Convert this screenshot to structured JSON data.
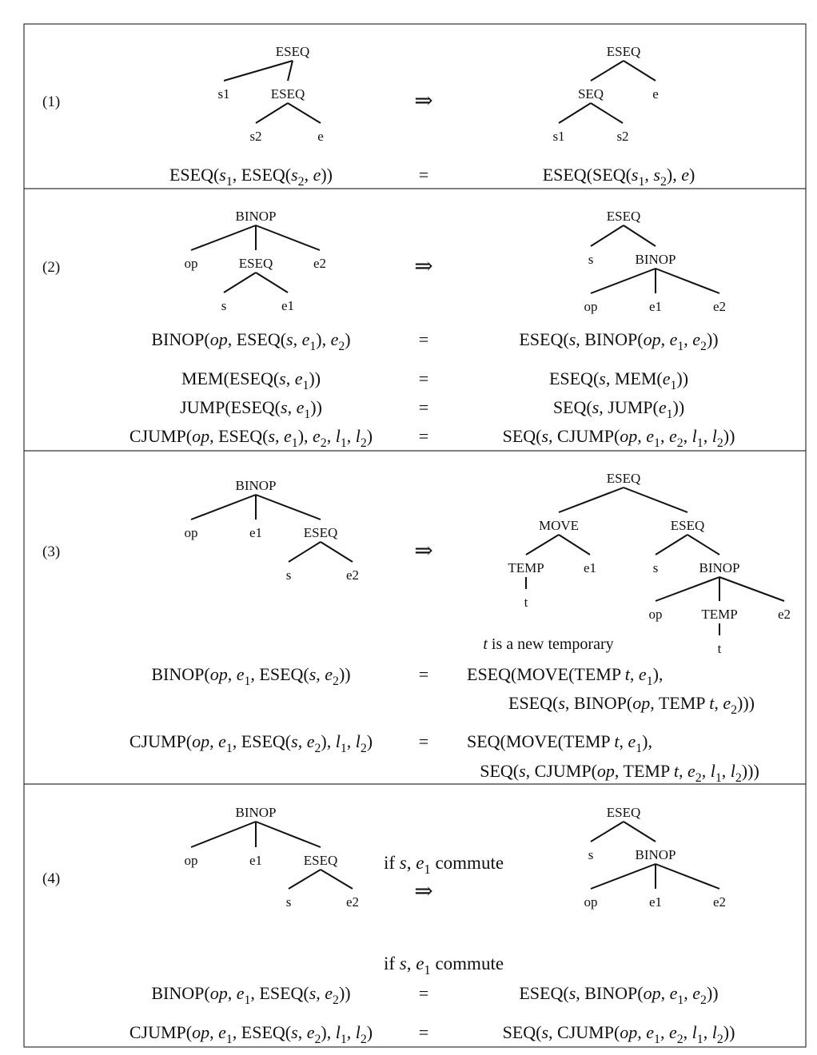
{
  "rules": [
    {
      "label": "(1)",
      "eqs": [
        [
          "ESEQ(<i>s</i><sub>1</sub>, ESEQ(<i>s</i><sub>2</sub>, <i>e</i>))",
          "ESEQ(SEQ(<i>s</i><sub>1</sub>, <i>s</i><sub>2</sub>), <i>e</i>)"
        ]
      ]
    },
    {
      "label": "(2)",
      "eqs": [
        [
          "BINOP(<i>op</i>, ESEQ(<i>s</i>, <i>e</i><sub>1</sub>), <i>e</i><sub>2</sub>)",
          "ESEQ(<i>s</i>, BINOP(<i>op</i>, <i>e</i><sub>1</sub>, <i>e</i><sub>2</sub>))"
        ],
        [
          "MEM(ESEQ(<i>s</i>, <i>e</i><sub>1</sub>))",
          "ESEQ(<i>s</i>, MEM(<i>e</i><sub>1</sub>))"
        ],
        [
          "JUMP(ESEQ(<i>s</i>, <i>e</i><sub>1</sub>))",
          "SEQ(<i>s</i>, JUMP(<i>e</i><sub>1</sub>))"
        ],
        [
          "CJUMP(<i>op</i>, ESEQ(<i>s</i>, <i>e</i><sub>1</sub>), <i>e</i><sub>2</sub>, <i>l</i><sub>1</sub>, <i>l</i><sub>2</sub>)",
          "SEQ(<i>s</i>, CJUMP(<i>op</i>, <i>e</i><sub>1</sub>, <i>e</i><sub>2</sub>, <i>l</i><sub>1</sub>, <i>l</i><sub>2</sub>))"
        ]
      ]
    },
    {
      "label": "(3)",
      "note": "<i>t</i> is a new temporary",
      "eqs": [
        [
          "BINOP(<i>op</i>, <i>e</i><sub>1</sub>, ESEQ(<i>s</i>, <i>e</i><sub>2</sub>))",
          "ESEQ(MOVE(TEMP <i>t</i>, <i>e</i><sub>1</sub>),",
          "ESEQ(<i>s</i>, BINOP(<i>op</i>, TEMP <i>t</i>, <i>e</i><sub>2</sub>)))"
        ],
        [
          "CJUMP(<i>op</i>, <i>e</i><sub>1</sub>, ESEQ(<i>s</i>, <i>e</i><sub>2</sub>), <i>l</i><sub>1</sub>, <i>l</i><sub>2</sub>)",
          "SEQ(MOVE(TEMP <i>t</i>, <i>e</i><sub>1</sub>),",
          "SEQ(<i>s</i>, CJUMP(<i>op</i>, TEMP <i>t</i>, <i>e</i><sub>2</sub>, <i>l</i><sub>1</sub>, <i>l</i><sub>2</sub>)))"
        ]
      ]
    },
    {
      "label": "(4)",
      "condition": "if <i>s</i>, <i>e</i><sub>1</sub> commute",
      "eqs": [
        [
          "BINOP(<i>op</i>, <i>e</i><sub>1</sub>, ESEQ(<i>s</i>, <i>e</i><sub>2</sub>))",
          "ESEQ(<i>s</i>, BINOP(<i>op</i>, <i>e</i><sub>1</sub>, <i>e</i><sub>2</sub>))"
        ],
        [
          "CJUMP(<i>op</i>, <i>e</i><sub>1</sub>, ESEQ(<i>s</i>, <i>e</i><sub>2</sub>), <i>l</i><sub>1</sub>, <i>l</i><sub>2</sub>)",
          "SEQ(<i>s</i>, CJUMP(<i>op</i>, <i>e</i><sub>1</sub>, <i>e</i><sub>2</sub>, <i>l</i><sub>1</sub>, <i>l</i><sub>2</sub>))"
        ]
      ]
    }
  ],
  "symbols": {
    "arrow": "⇒",
    "equals": "="
  },
  "trees": {
    "r1_left": {
      "n": "ESEQ",
      "c": [
        {
          "n": "s1"
        },
        {
          "n": "ESEQ",
          "c": [
            {
              "n": "s2"
            },
            {
              "n": "e"
            }
          ]
        }
      ]
    },
    "r1_right": {
      "n": "ESEQ",
      "c": [
        {
          "n": "SEQ",
          "c": [
            {
              "n": "s1"
            },
            {
              "n": "s2"
            }
          ]
        },
        {
          "n": "e"
        }
      ]
    },
    "r2_left": {
      "n": "BINOP",
      "c": [
        {
          "n": "op"
        },
        {
          "n": "ESEQ",
          "c": [
            {
              "n": "s"
            },
            {
              "n": "e1"
            }
          ]
        },
        {
          "n": "e2"
        }
      ]
    },
    "r2_right": {
      "n": "ESEQ",
      "c": [
        {
          "n": "s"
        },
        {
          "n": "BINOP",
          "c": [
            {
              "n": "op"
            },
            {
              "n": "e1"
            },
            {
              "n": "e2"
            }
          ]
        }
      ]
    },
    "r3_left": {
      "n": "BINOP",
      "c": [
        {
          "n": "op"
        },
        {
          "n": "e1"
        },
        {
          "n": "ESEQ",
          "c": [
            {
              "n": "s"
            },
            {
              "n": "e2"
            }
          ]
        }
      ]
    },
    "r3_right": {
      "n": "ESEQ",
      "c": [
        {
          "n": "MOVE",
          "c": [
            {
              "n": "TEMP",
              "c": [
                {
                  "n": "t"
                }
              ]
            },
            {
              "n": "e1"
            }
          ]
        },
        {
          "n": "ESEQ",
          "c": [
            {
              "n": "s"
            },
            {
              "n": "BINOP",
              "c": [
                {
                  "n": "op"
                },
                {
                  "n": "TEMP",
                  "c": [
                    {
                      "n": "t"
                    }
                  ]
                },
                {
                  "n": "e2"
                }
              ]
            }
          ]
        }
      ]
    },
    "r4_left": {
      "n": "BINOP",
      "c": [
        {
          "n": "op"
        },
        {
          "n": "e1"
        },
        {
          "n": "ESEQ",
          "c": [
            {
              "n": "s"
            },
            {
              "n": "e2"
            }
          ]
        }
      ]
    },
    "r4_right": {
      "n": "ESEQ",
      "c": [
        {
          "n": "s"
        },
        {
          "n": "BINOP",
          "c": [
            {
              "n": "op"
            },
            {
              "n": "e1"
            },
            {
              "n": "e2"
            }
          ]
        }
      ]
    }
  }
}
